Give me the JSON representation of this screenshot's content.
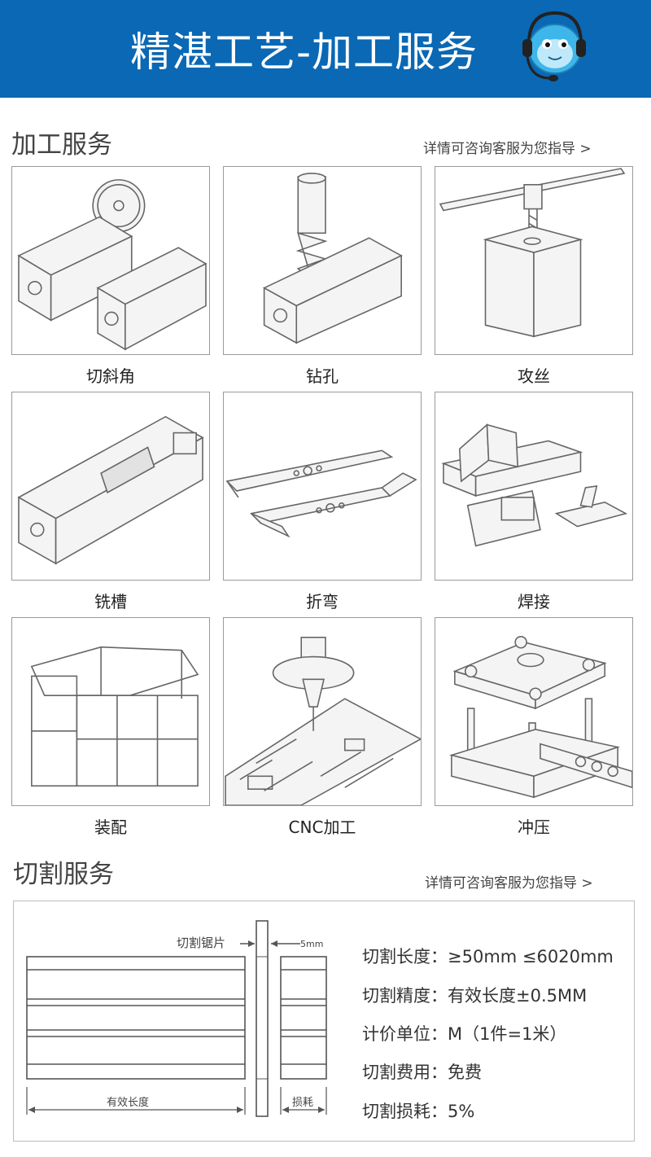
{
  "banner": {
    "title": "精湛工艺-加工服务"
  },
  "processing": {
    "title": "加工服务",
    "link": "详情可咨询客服为您指导 >",
    "items": [
      {
        "label": "切斜角",
        "icon": "miter-cut-icon"
      },
      {
        "label": "钻孔",
        "icon": "drilling-icon"
      },
      {
        "label": "攻丝",
        "icon": "tapping-icon"
      },
      {
        "label": "铣槽",
        "icon": "milling-slot-icon"
      },
      {
        "label": "折弯",
        "icon": "bending-icon"
      },
      {
        "label": "焊接",
        "icon": "welding-icon"
      },
      {
        "label": "装配",
        "icon": "assembly-frame-icon"
      },
      {
        "label": "CNC加工",
        "icon": "cnc-machining-icon"
      },
      {
        "label": "冲压",
        "icon": "stamping-icon"
      }
    ]
  },
  "cutting": {
    "title": "切割服务",
    "link": "详情可咨询客服为您指导 >",
    "diagram": {
      "saw_label": "切割锯片",
      "kerf_label": "5mm",
      "effective_label": "有效长度",
      "loss_label": "损耗"
    },
    "specs": [
      "切割长度：≥50mm  ≤6020mm",
      "切割精度：有效长度±0.5MM",
      "计价单位：M（1件=1米）",
      "切割费用：免费",
      "切割损耗：5%"
    ]
  }
}
